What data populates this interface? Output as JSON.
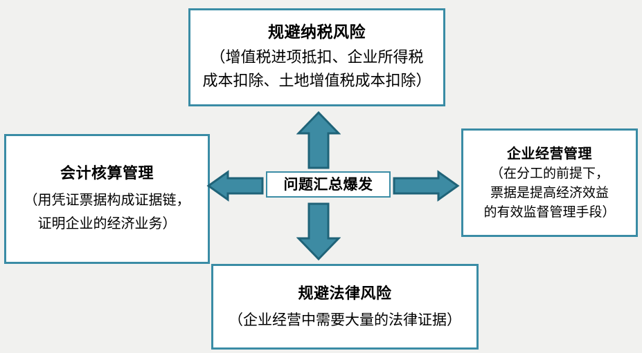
{
  "diagram": {
    "background_color": "#f1f1ef",
    "box_border_color": "#3a8ca5",
    "box_fill_color": "#ffffff",
    "arrow_fill_color": "#3d8ba3",
    "arrow_outline_color": "#1f6378",
    "text_color": "#000000"
  },
  "center": {
    "title": "问题汇总爆发"
  },
  "top": {
    "title": "规避纳税风险",
    "sub_lines": [
      "（增值税进项抵扣、企业所得税",
      "成本扣除、土地增值税成本扣除）"
    ]
  },
  "left": {
    "title": "会计核算管理",
    "sub_lines": [
      "（用凭证票据构成证据链，",
      "证明企业的经济业务）"
    ]
  },
  "right": {
    "title": "企业经营管理",
    "sub_lines": [
      "（在分工的前提下，",
      "票据是提高经济效益",
      "的有效监督管理手段）"
    ]
  },
  "bottom": {
    "title": "规避法律风险",
    "sub_lines": [
      "（企业经营中需要大量的法律证据）"
    ]
  },
  "arrows": [
    {
      "name": "arrow-up",
      "direction": "up",
      "from": "center",
      "to": "top"
    },
    {
      "name": "arrow-down",
      "direction": "down",
      "from": "center",
      "to": "bottom"
    },
    {
      "name": "arrow-left",
      "direction": "left",
      "from": "center",
      "to": "left"
    },
    {
      "name": "arrow-right",
      "direction": "right",
      "from": "center",
      "to": "right"
    }
  ]
}
